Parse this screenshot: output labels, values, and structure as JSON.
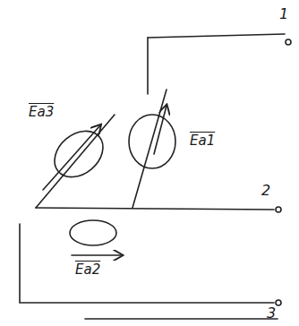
{
  "diagram": {
    "labels": [
      "1",
      "2",
      "3",
      "Ea3",
      "Ea1",
      "Ea2"
    ]
  }
}
